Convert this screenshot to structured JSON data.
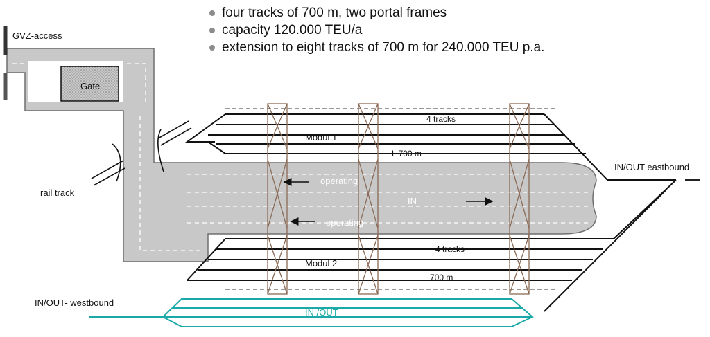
{
  "bullets": [
    "four tracks of 700 m, two portal frames",
    "capacity 120.000 TEU/a",
    "extension to eight tracks of 700 m for 240.000 TEU p.a."
  ],
  "labels": {
    "gvz_access": "GVZ-access",
    "gate": "Gate",
    "rail_track": "rail track",
    "modul1": "Modul 1",
    "modul1_tracks": "4 tracks",
    "modul1_length": "L 700 m",
    "modul2": "Modul 2",
    "modul2_tracks": "4 tracks",
    "modul2_length": "700 m",
    "operating_top": "operating",
    "in": "IN",
    "operating_bottom": "operating",
    "in_out_eastbound": "IN/OUT eastbound",
    "in_out_westbound": "IN/OUT- westbound",
    "in_out": "IN /OUT"
  },
  "colors": {
    "road": "#c8c8c8",
    "track": "#111111",
    "teal": "#1aa9a6",
    "portal": "#8a6a55"
  }
}
